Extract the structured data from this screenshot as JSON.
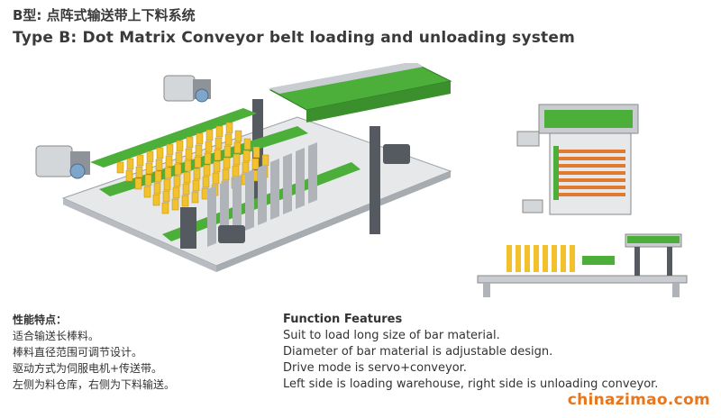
{
  "header": {
    "title_cn": "B型: 点阵式输送带上下料系统",
    "title_en": "Type B:  Dot Matrix Conveyor belt loading and unloading system"
  },
  "features_cn": {
    "heading": "性能特点：",
    "lines": [
      "适合输送长棒料。",
      "棒料直径范围可调节设计。",
      "驱动方式为伺服电机+传送带。",
      "左侧为料仓库，右侧为下料输送。"
    ]
  },
  "features_en": {
    "heading": "Function Features",
    "lines": [
      "Suit to load long size of bar material.",
      "Diameter of bar material is adjustable design.",
      "Drive mode is servo+conveyor.",
      "Left side is loading warehouse, right side is unloading conveyor."
    ]
  },
  "watermark": "chinazimao.com",
  "colors": {
    "belt_green": "#4caf3a",
    "bar_yellow": "#f2c12e",
    "frame_gray": "#c9ccd0",
    "dark_gray": "#555a60",
    "watermark_orange": "#e8761c"
  }
}
